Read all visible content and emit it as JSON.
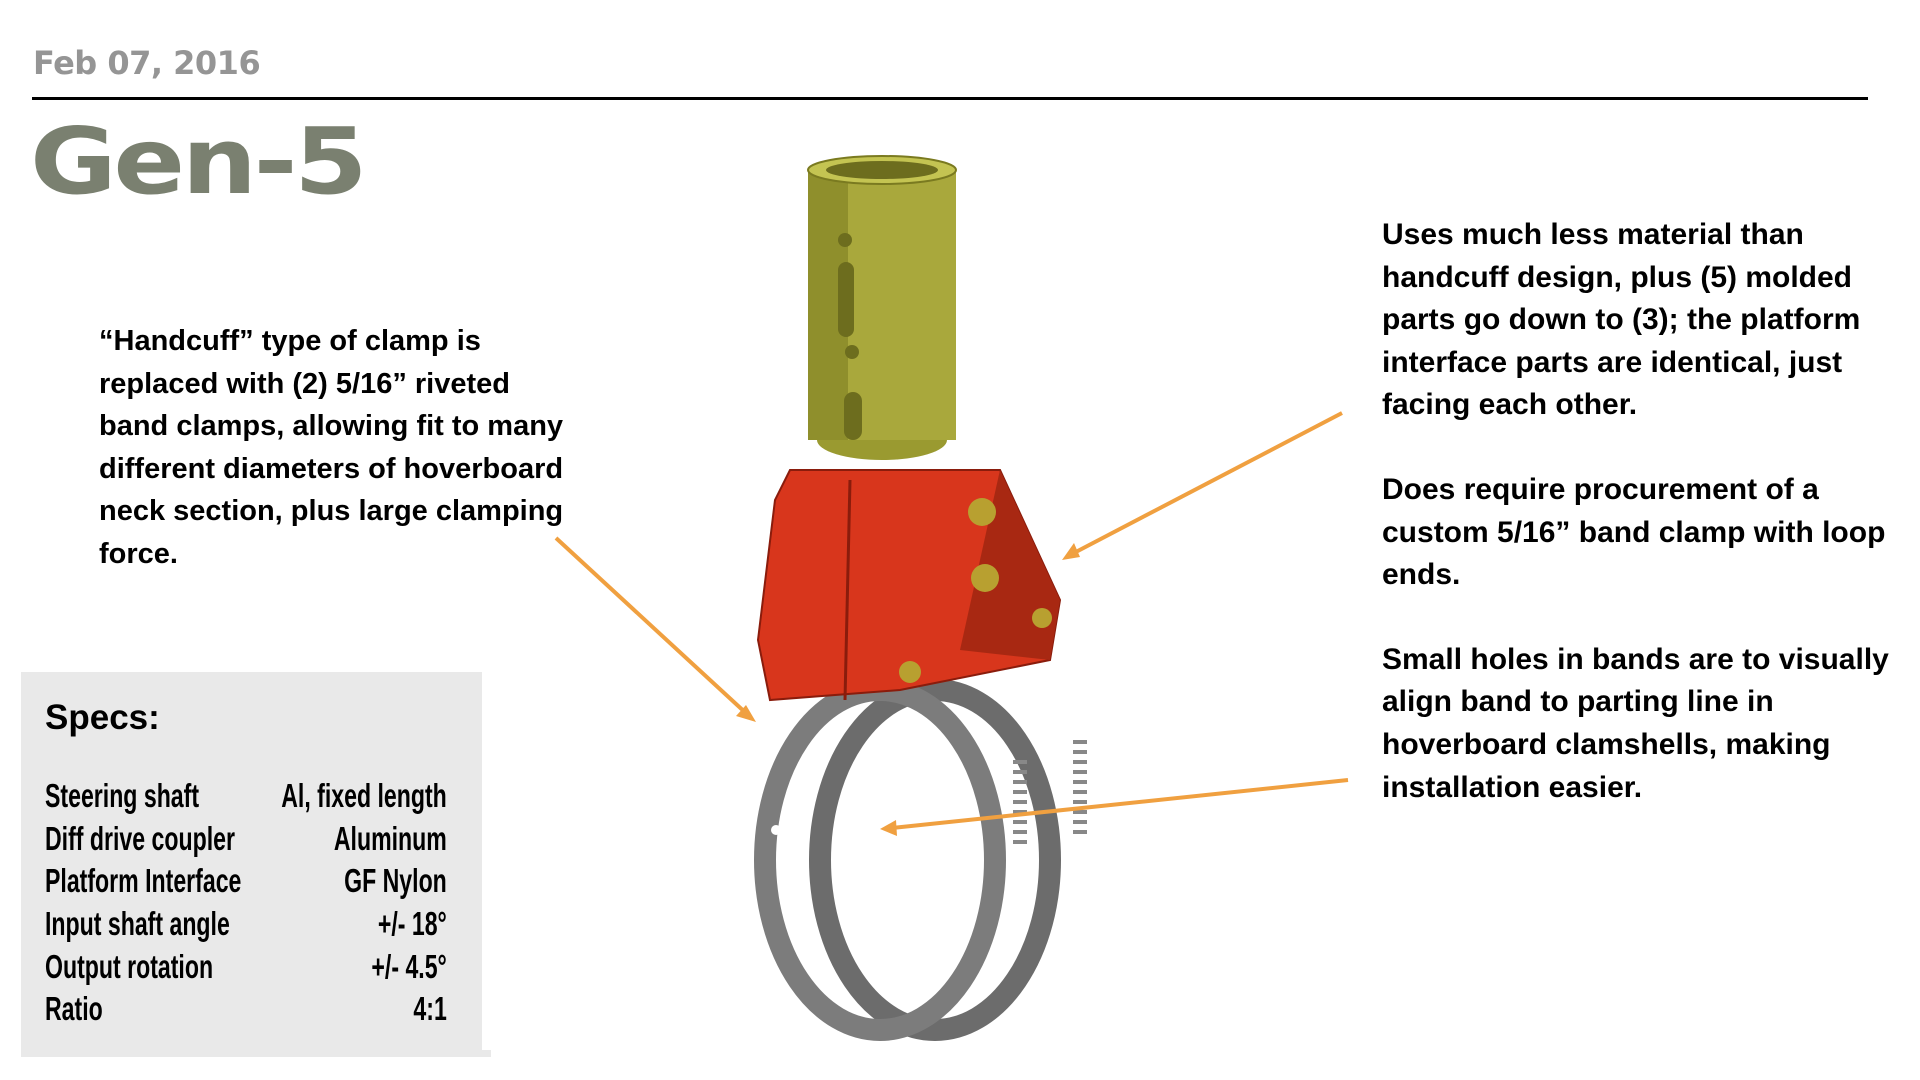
{
  "header": {
    "date": "Feb 07, 2016",
    "title": "Gen-5"
  },
  "left_note": "“Handcuff” type of clamp is replaced with (2) 5/16” riveted band clamps, allowing fit to many different diameters of hoverboard neck section, plus large clamping force.",
  "right_notes": [
    "Uses much less material than handcuff design, plus (5) molded parts go down to (3); the platform interface parts are identical, just facing each other.",
    "Does require procurement of a custom 5/16” band clamp with loop ends.",
    "Small holes in bands are to visually align band to parting line in hoverboard clamshells, making installation easier."
  ],
  "specs": {
    "title": "Specs:",
    "rows": [
      {
        "label": "Steering shaft",
        "value": "Al, fixed length"
      },
      {
        "label": "Diff drive coupler",
        "value": "Aluminum"
      },
      {
        "label": "Platform Interface",
        "value": "GF Nylon"
      },
      {
        "label": "Input shaft angle",
        "value": "+/- 18°"
      },
      {
        "label": "Output rotation",
        "value": "+/- 4.5°"
      },
      {
        "label": "Ratio",
        "value": "4:1"
      }
    ]
  },
  "colors": {
    "arrow": "#f0a040",
    "shaft": "#a9a83c",
    "clamp": "#d8361c",
    "band": "#7c7c7c",
    "title": "#7a8070"
  }
}
